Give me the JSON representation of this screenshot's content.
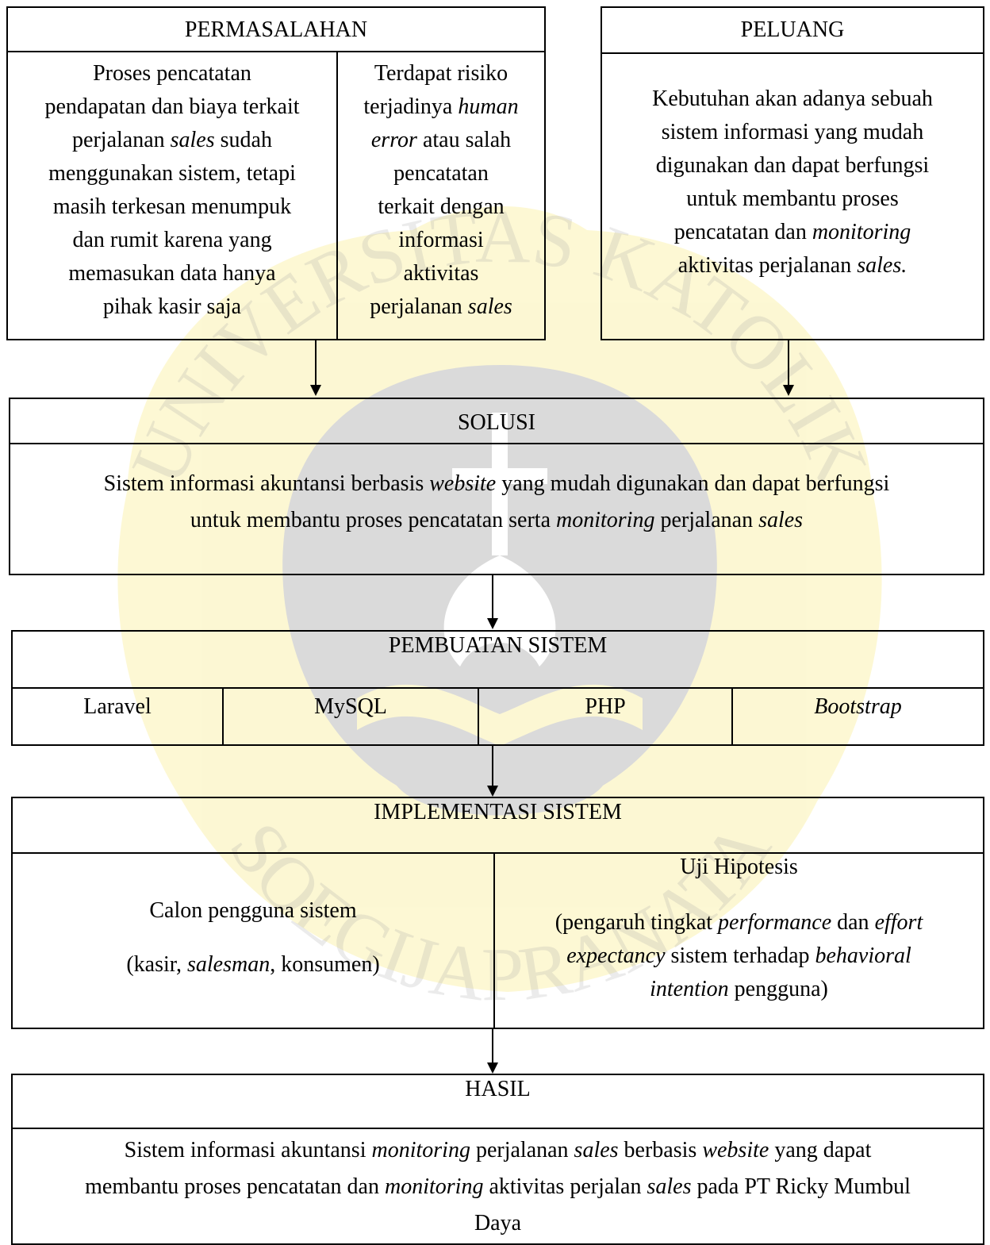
{
  "permasalahan": {
    "header": "PERMASALAHAN",
    "left_lines": [
      [
        {
          "t": "Proses pencatatan"
        }
      ],
      [
        {
          "t": "pendapatan dan biaya terkait"
        }
      ],
      [
        {
          "t": "perjalanan "
        },
        {
          "t": "sales",
          "i": true
        },
        {
          "t": " sudah"
        }
      ],
      [
        {
          "t": "menggunakan sistem, tetapi"
        }
      ],
      [
        {
          "t": "masih terkesan menumpuk"
        }
      ],
      [
        {
          "t": "dan rumit karena yang"
        }
      ],
      [
        {
          "t": "memasukan data hanya"
        }
      ],
      [
        {
          "t": "pihak kasir saja"
        }
      ]
    ],
    "right_lines": [
      [
        {
          "t": "Terdapat risiko"
        }
      ],
      [
        {
          "t": "terjadinya "
        },
        {
          "t": "human",
          "i": true
        }
      ],
      [
        {
          "t": "error",
          "i": true
        },
        {
          "t": " atau salah"
        }
      ],
      [
        {
          "t": "pencatatan"
        }
      ],
      [
        {
          "t": "terkait dengan"
        }
      ],
      [
        {
          "t": "informasi"
        }
      ],
      [
        {
          "t": "aktivitas"
        }
      ],
      [
        {
          "t": "perjalanan "
        },
        {
          "t": "sales",
          "i": true
        }
      ]
    ]
  },
  "peluang": {
    "header": "PELUANG",
    "lines": [
      [
        {
          "t": "Kebutuhan akan adanya sebuah"
        }
      ],
      [
        {
          "t": "sistem informasi yang mudah"
        }
      ],
      [
        {
          "t": "digunakan dan dapat berfungsi"
        }
      ],
      [
        {
          "t": "untuk membantu proses"
        }
      ],
      [
        {
          "t": "pencatatan dan "
        },
        {
          "t": "monitoring",
          "i": true
        }
      ],
      [
        {
          "t": "aktivitas perjalanan "
        },
        {
          "t": "sales.",
          "i": true
        }
      ]
    ]
  },
  "solusi": {
    "header": "SOLUSI",
    "lines": [
      [
        {
          "t": "Sistem informasi akuntansi berbasis "
        },
        {
          "t": "website",
          "i": true
        },
        {
          "t": " yang mudah digunakan dan dapat berfungsi"
        }
      ],
      [
        {
          "t": "untuk membantu proses pencatatan serta "
        },
        {
          "t": "monitoring",
          "i": true
        },
        {
          "t": " perjalanan "
        },
        {
          "t": "sales",
          "i": true
        }
      ]
    ]
  },
  "pembuatan": {
    "header": "PEMBUATAN SISTEM",
    "items": [
      [
        {
          "t": "Laravel"
        }
      ],
      [
        {
          "t": "MySQL"
        }
      ],
      [
        {
          "t": "PHP"
        }
      ],
      [
        {
          "t": "Bootstrap",
          "i": true
        }
      ]
    ]
  },
  "implementasi": {
    "header": "IMPLEMENTASI SISTEM",
    "left_lines": [
      [
        {
          "t": "Calon pengguna sistem"
        }
      ],
      [
        {
          "t": "(kasir, "
        },
        {
          "t": "salesman",
          "i": true
        },
        {
          "t": ", konsumen)"
        }
      ]
    ],
    "right_title": "Uji Hipotesis",
    "right_lines": [
      [
        {
          "t": "(pengaruh tingkat "
        },
        {
          "t": "performance",
          "i": true
        },
        {
          "t": " dan "
        },
        {
          "t": "effort",
          "i": true
        }
      ],
      [
        {
          "t": "expectancy",
          "i": true
        },
        {
          "t": " sistem terhadap "
        },
        {
          "t": "behavioral",
          "i": true
        }
      ],
      [
        {
          "t": "intention",
          "i": true
        },
        {
          "t": " pengguna)"
        }
      ]
    ]
  },
  "hasil": {
    "header": "HASIL",
    "lines": [
      [
        {
          "t": "Sistem informasi akuntansi "
        },
        {
          "t": "monitoring",
          "i": true
        },
        {
          "t": " perjalanan "
        },
        {
          "t": "sales",
          "i": true
        },
        {
          "t": " berbasis "
        },
        {
          "t": "website",
          "i": true
        },
        {
          "t": " yang dapat"
        }
      ],
      [
        {
          "t": "membantu proses pencatatan dan "
        },
        {
          "t": "monitoring",
          "i": true
        },
        {
          "t": " aktivitas perjalan "
        },
        {
          "t": "sales",
          "i": true
        },
        {
          "t": " pada PT Ricky Mumbul"
        }
      ],
      [
        {
          "t": "Daya"
        }
      ]
    ]
  },
  "watermark": {
    "text_top": "UNIVERSITAS KATOLIK",
    "text_bottom": "SOEGIJAPRANATA",
    "color_fill": "#fbf2b0",
    "color_dark": "#a6a6a6"
  }
}
